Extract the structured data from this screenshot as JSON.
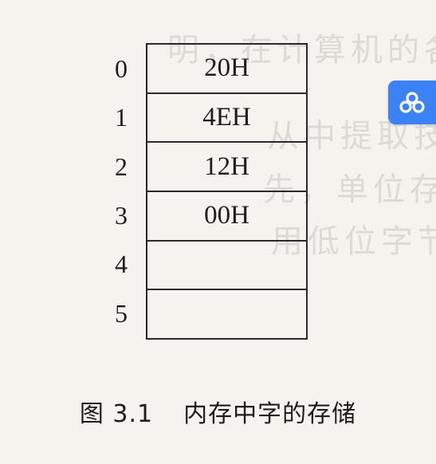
{
  "memory": {
    "addresses": [
      "0",
      "1",
      "2",
      "3",
      "4",
      "5"
    ],
    "values": [
      "20H",
      "4EH",
      "12H",
      "00H",
      "",
      ""
    ]
  },
  "caption": {
    "number": "图 3.1",
    "title": "内存中字的存储"
  },
  "floating_button": {
    "icon": "cloud-share-icon",
    "color": "#3b82f6"
  }
}
